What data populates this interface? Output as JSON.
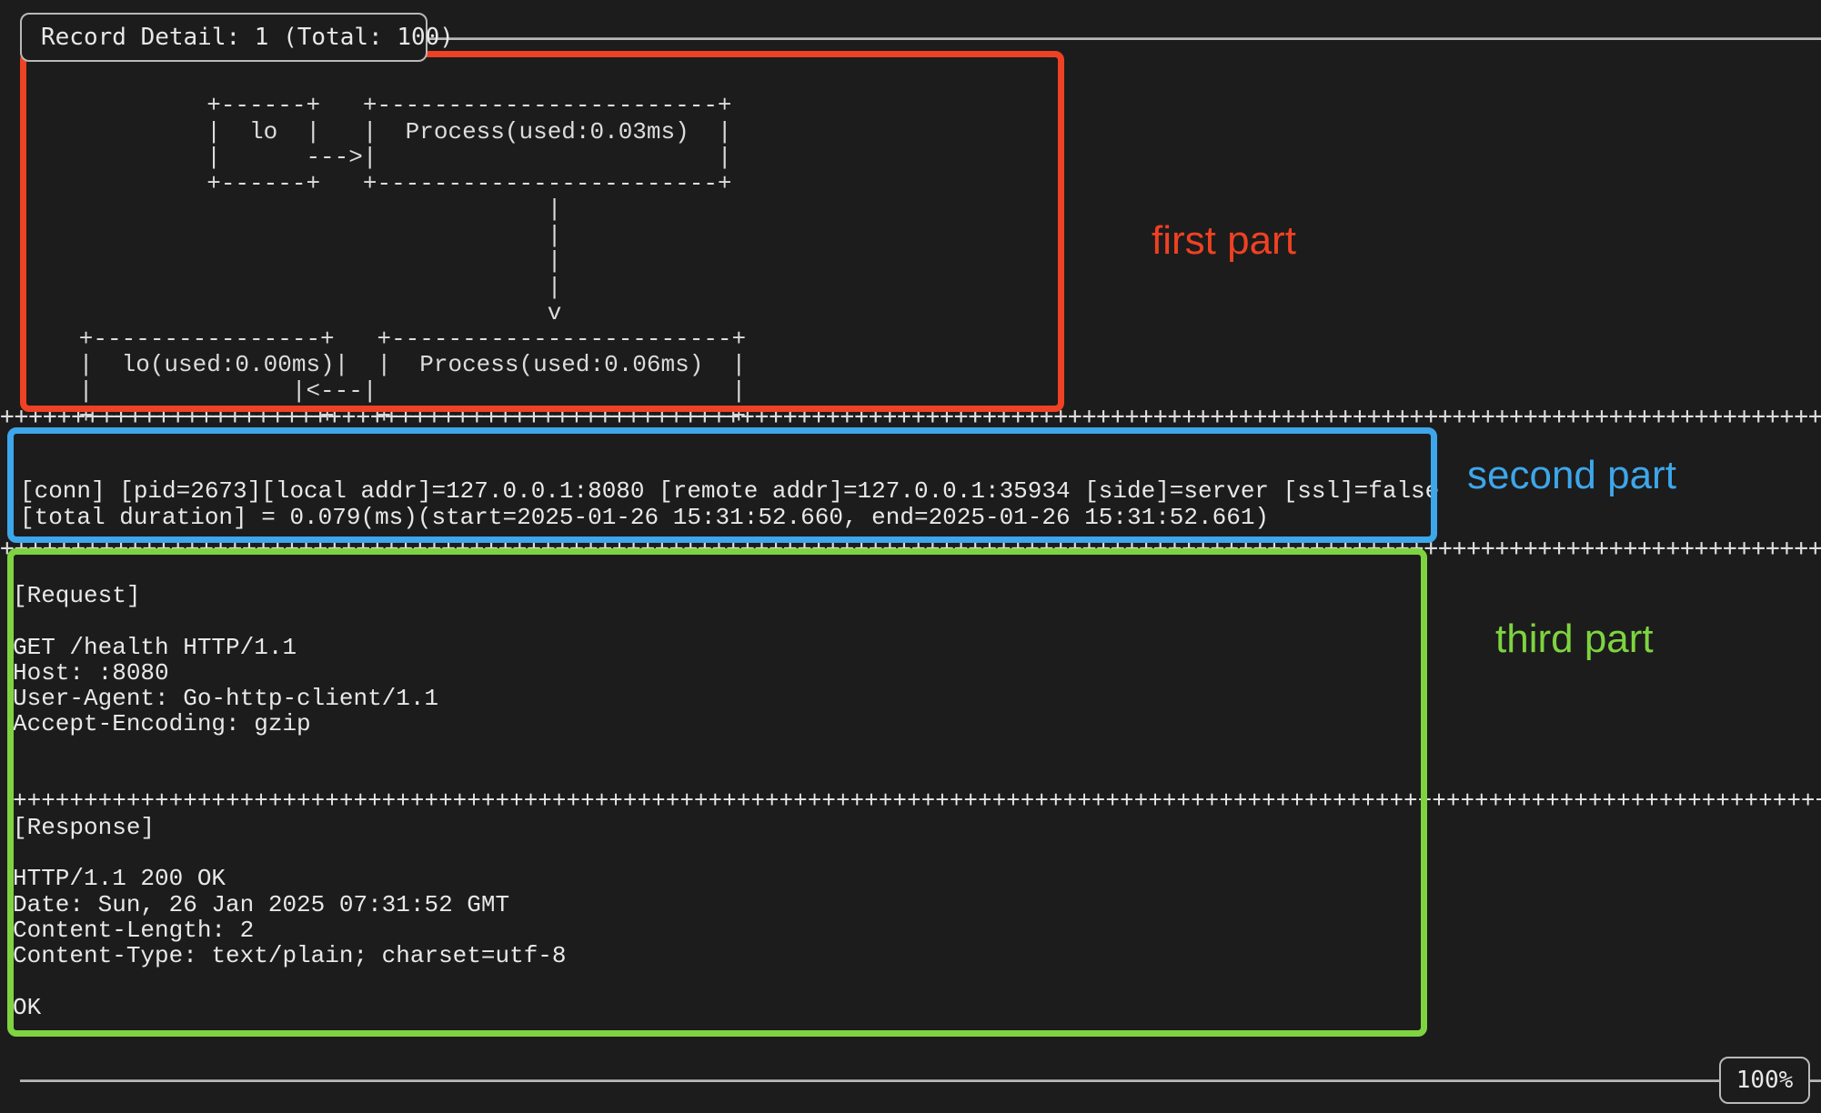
{
  "window": {
    "title": "Record Detail: 1 (Total: 100)",
    "zoom_level": "100%",
    "background_color": "#1c1c1c",
    "text_color": "#e8e8e8",
    "border_color": "#b9b9b9"
  },
  "first_part": {
    "label": "first part",
    "color": "#ef4123",
    "ascii_diagram": "            +------+   +------------------------+\n            |  lo  |   |  Process(used:0.03ms)  |\n            |      --->|                        |\n            +------+   +------------------------+\n                                    |\n                                    |\n                                    |\n                                    |\n                                    v\n   +----------------+   +------------------------+\n   |  lo(used:0.00ms)|  |  Process(used:0.06ms)  |\n   |              |<---|                         |\n   +----------------+   +------------------------+",
    "nodes": [
      {
        "name": "lo",
        "used": ""
      },
      {
        "name": "Process",
        "used": "0.03ms"
      },
      {
        "name": "lo",
        "used": "0.00ms"
      },
      {
        "name": "Process",
        "used": "0.06ms"
      }
    ]
  },
  "second_part": {
    "label": "second part",
    "color": "#3ea6ea",
    "lines": [
      "[conn] [pid=2673][local addr]=127.0.0.1:8080 [remote addr]=127.0.0.1:35934 [side]=server [ssl]=false",
      "[total duration] = 0.079(ms)(start=2025-01-26 15:31:52.660, end=2025-01-26 15:31:52.661)"
    ],
    "pid": "2673",
    "local_addr": "127.0.0.1:8080",
    "remote_addr": "127.0.0.1:35934",
    "side": "server",
    "ssl": "false",
    "total_duration": "0.079(ms)",
    "start": "2025-01-26 15:31:52.660",
    "end": "2025-01-26 15:31:52.661"
  },
  "third_part": {
    "label": "third part",
    "color": "#7ed440",
    "request_heading": "[Request]",
    "request_lines": [
      "GET /health HTTP/1.1",
      "Host: :8080",
      "User-Agent: Go-http-client/1.1",
      "Accept-Encoding: gzip"
    ],
    "response_heading": "[Response]",
    "response_lines": [
      "HTTP/1.1 200 OK",
      "Date: Sun, 26 Jan 2025 07:31:52 GMT",
      "Content-Length: 2",
      "Content-Type: text/plain; charset=utf-8",
      "",
      "OK"
    ]
  },
  "separators": {
    "plus_char": "+",
    "plus_rule_1": "++++++++++++++++++++++++++++++++++++++++++++++++++++++++++++++++++++++++++++++++++++++++++++++++++++++++++++++++++++++++++++++++++++",
    "plus_rule_2": "++++++++++++++++++++++++++++++++++++++++++++++++++++++++++++++++++++++++++++++++++++++++++++++++++++++++++++++++++++++++++++++++++++",
    "plus_rule_3": "++++++++++++++++++++++++++++++++++++++++++++++++++++++++++++++++++++++++++++++++++++++++++++++++++++++++++++++++++++++++++++++++++++"
  }
}
